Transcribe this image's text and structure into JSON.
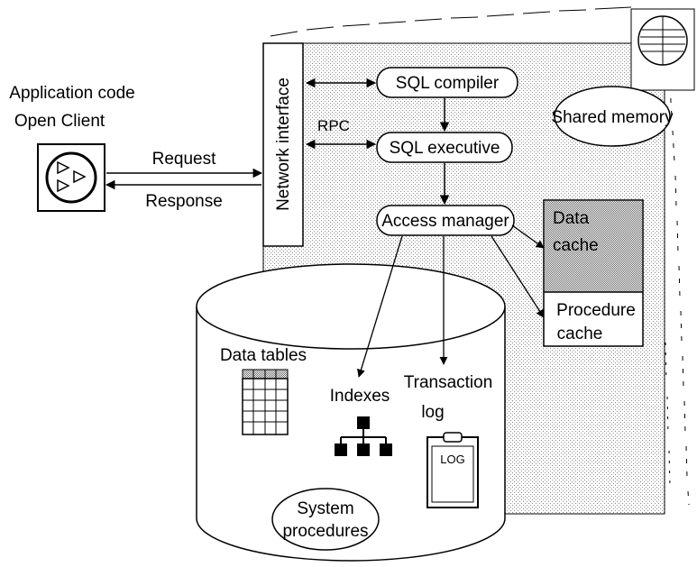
{
  "client": {
    "title_line1": "Application code",
    "title_line2": "Open Client"
  },
  "links": {
    "request": "Request",
    "response": "Response",
    "rpc": "RPC"
  },
  "server": {
    "network_interface": "Network interface",
    "sql_compiler": "SQL compiler",
    "sql_executive": "SQL executive",
    "access_manager": "Access manager",
    "shared_memory": "Shared memory"
  },
  "caches": {
    "data_cache_line1": "Data",
    "data_cache_line2": "cache",
    "procedure_cache_line1": "Procedure",
    "procedure_cache_line2": "cache"
  },
  "database": {
    "data_tables": "Data tables",
    "indexes": "Indexes",
    "transaction_log_line1": "Transaction",
    "transaction_log_line2": "log",
    "log_badge": "LOG",
    "system_procedures_line1": "System",
    "system_procedures_line2": "procedures"
  },
  "colors": {
    "ink": "#000000",
    "paper": "#ffffff",
    "stipple": "#a8a8a8"
  }
}
